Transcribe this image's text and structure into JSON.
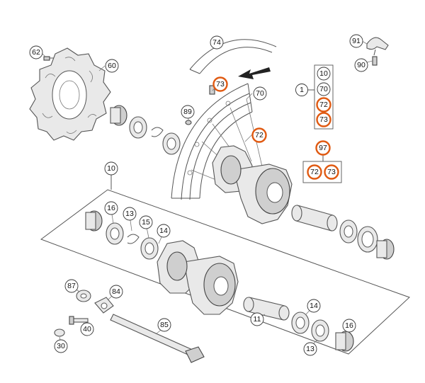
{
  "diagram": {
    "kind": "exploded parts diagram (front wheel assembly)",
    "callouts": {
      "c62": "62",
      "c60": "60",
      "c74": "74",
      "c73a": "73",
      "c70": "70",
      "c89": "89",
      "c72a": "72",
      "c10a": "10",
      "c1": "1",
      "c10b": "10",
      "c70b": "70",
      "c72b": "72",
      "c73b": "73",
      "c91": "91",
      "c90": "90",
      "c97": "97",
      "c72c": "72",
      "c73c": "73",
      "c16a": "16",
      "c13a": "13",
      "c15": "15",
      "c14a": "14",
      "c87": "87",
      "c84": "84",
      "c40": "40",
      "c30": "30",
      "c85": "85",
      "c11": "11",
      "c14b": "14",
      "c16b": "16",
      "c13b": "13"
    },
    "highlight_color": "#e05a12"
  }
}
